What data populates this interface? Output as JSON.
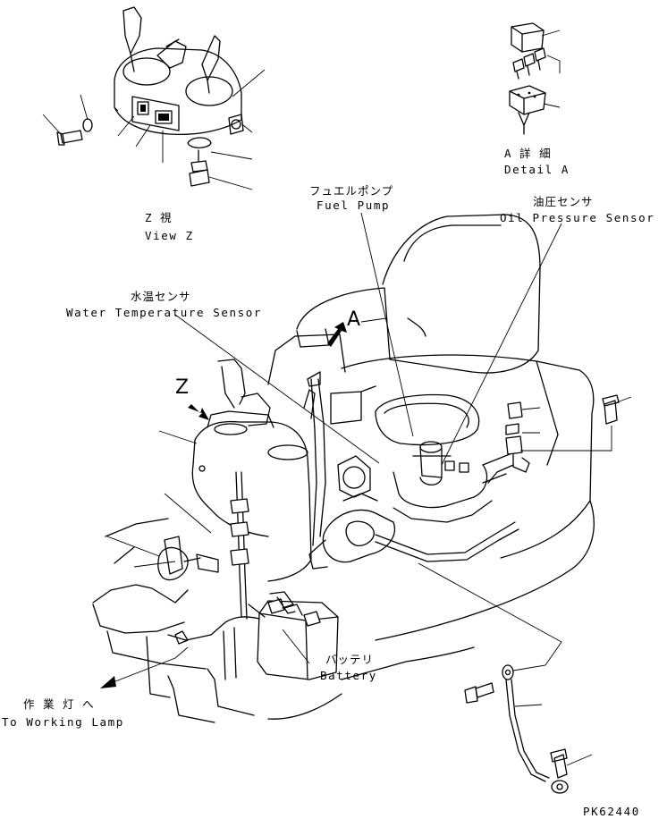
{
  "labels": {
    "view_z_jp": "Z 視",
    "view_z_en": "View Z",
    "detail_a_jp": "A 詳 細",
    "detail_a_en": "Detail A",
    "fuel_pump_jp": "フュエルポンプ",
    "fuel_pump_en": "Fuel Pump",
    "oil_pressure_jp": "油圧センサ",
    "oil_pressure_en": "Oil Pressure Sensor",
    "water_temp_jp": "水温センサ",
    "water_temp_en": "Water Temperature Sensor",
    "battery_jp": "バッテリ",
    "battery_en": "Battery",
    "working_lamp_jp": "作 業 灯 へ",
    "working_lamp_en": "To Working Lamp",
    "marker_a": "A",
    "marker_z": "Z",
    "part_code": "PK62440"
  }
}
